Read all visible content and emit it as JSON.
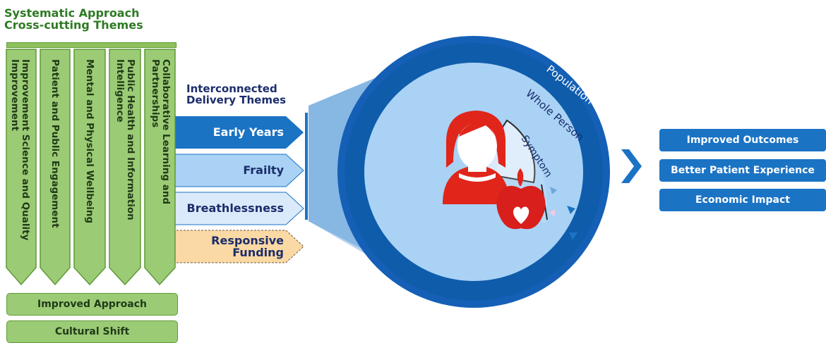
{
  "left_title": [
    "Systematic Approach",
    "Cross-cutting Themes"
  ],
  "cross_cutting_themes": [
    [
      "Improvement Science and Quality",
      "Improvement"
    ],
    [
      "Patient and Public Engagement"
    ],
    [
      "Mental and Physical Wellbeing"
    ],
    [
      "Public Health and Information",
      "Intelligence"
    ],
    [
      "Collaborative Learning and",
      "Partnerships"
    ]
  ],
  "delivery_title": [
    "Interconnected",
    "Delivery Themes"
  ],
  "delivery_themes": {
    "early_years": "Early Years",
    "frailty": "Frailty",
    "breathlessness": "Breathlessness",
    "responsive_funding": [
      "Responsive",
      "Funding"
    ]
  },
  "left_boxes": [
    "Improved Approach",
    "Cultural Shift"
  ],
  "circle_labels": {
    "population": "Population",
    "whole_person": "Whole Person",
    "symptom": "Symptom"
  },
  "outcomes": [
    "Improved Outcomes",
    "Better Patient Experience",
    "Economic Impact"
  ],
  "colors": {
    "green_fill": "#9ccb76",
    "green_dark": "#5e9a36",
    "navy": "#1b2d6b",
    "blue": "#1b73c4",
    "dark_blue": "#0f5cab",
    "light_blue": "#a9d2f5",
    "pale_blue": "#dbeafb",
    "orange": "#fbd9a4",
    "person_red": "#e0251b"
  }
}
